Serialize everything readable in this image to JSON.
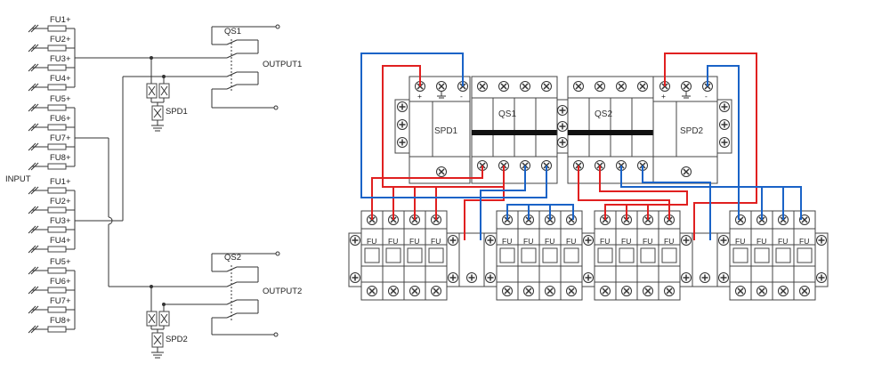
{
  "schematic": {
    "input_label": "INPUT",
    "fuses_top": [
      "FU1+",
      "FU2+",
      "FU3+",
      "FU4+",
      "FU5+",
      "FU6+",
      "FU7+",
      "FU8+"
    ],
    "fuses_bottom": [
      "FU1+",
      "FU2+",
      "FU3+",
      "FU4+",
      "FU5+",
      "FU6+",
      "FU7+",
      "FU8+"
    ],
    "switch_top": "QS1",
    "switch_bottom": "QS2",
    "output_top": "OUTPUT1",
    "output_bottom": "OUTPUT2",
    "spd_top": "SPD1",
    "spd_bottom": "SPD2"
  },
  "wiring": {
    "spd_left": "SPD1",
    "spd_right": "SPD2",
    "qs_left": "QS1",
    "qs_right": "QS2",
    "fuse_label": "FU",
    "plus": "+",
    "minus": "-",
    "colors": {
      "positive": "#e02020",
      "negative": "#1a63c7"
    }
  }
}
